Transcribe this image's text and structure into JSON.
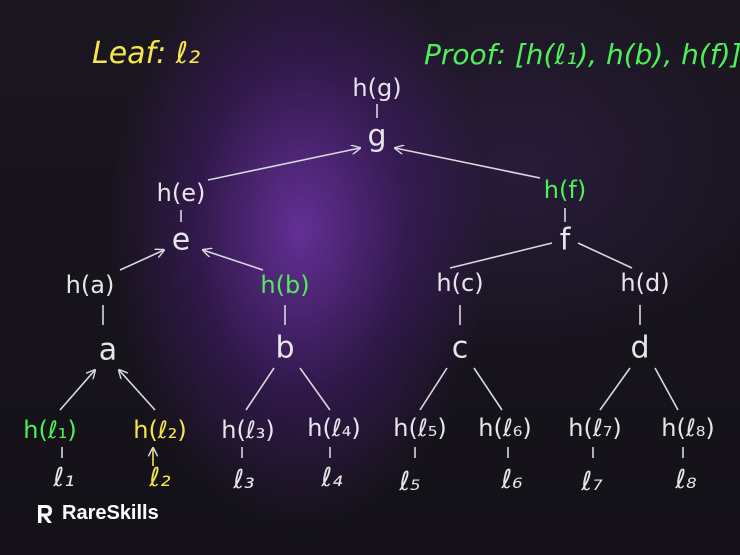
{
  "title": {
    "leaf_label": "Leaf: ℓ₂",
    "proof_label": "Proof: [h(ℓ₁), h(b), h(f)]"
  },
  "tree": {
    "g": {
      "hash": "h(g)",
      "label": "g"
    },
    "e": {
      "hash": "h(e)",
      "label": "e"
    },
    "f": {
      "hash": "h(f)",
      "label": "f"
    },
    "a": {
      "hash": "h(a)",
      "label": "a"
    },
    "b": {
      "hash": "h(b)",
      "label": "b"
    },
    "c": {
      "hash": "h(c)",
      "label": "c"
    },
    "d": {
      "hash": "h(d)",
      "label": "d"
    }
  },
  "leaves": [
    {
      "hash": "h(ℓ₁)",
      "label": "ℓ₁"
    },
    {
      "hash": "h(ℓ₂)",
      "label": "ℓ₂"
    },
    {
      "hash": "h(ℓ₃)",
      "label": "ℓ₃"
    },
    {
      "hash": "h(ℓ₄)",
      "label": "ℓ₄"
    },
    {
      "hash": "h(ℓ₅)",
      "label": "ℓ₅"
    },
    {
      "hash": "h(ℓ₆)",
      "label": "ℓ₆"
    },
    {
      "hash": "h(ℓ₇)",
      "label": "ℓ₇"
    },
    {
      "hash": "h(ℓ₈)",
      "label": "ℓ₈"
    }
  ],
  "brand": {
    "name": "RareSkills",
    "icon": "rareskills-logo-icon"
  },
  "colors": {
    "proof": "#4ef05a",
    "leaf_selected": "#f4e64a",
    "default": "#e6e6ea"
  }
}
